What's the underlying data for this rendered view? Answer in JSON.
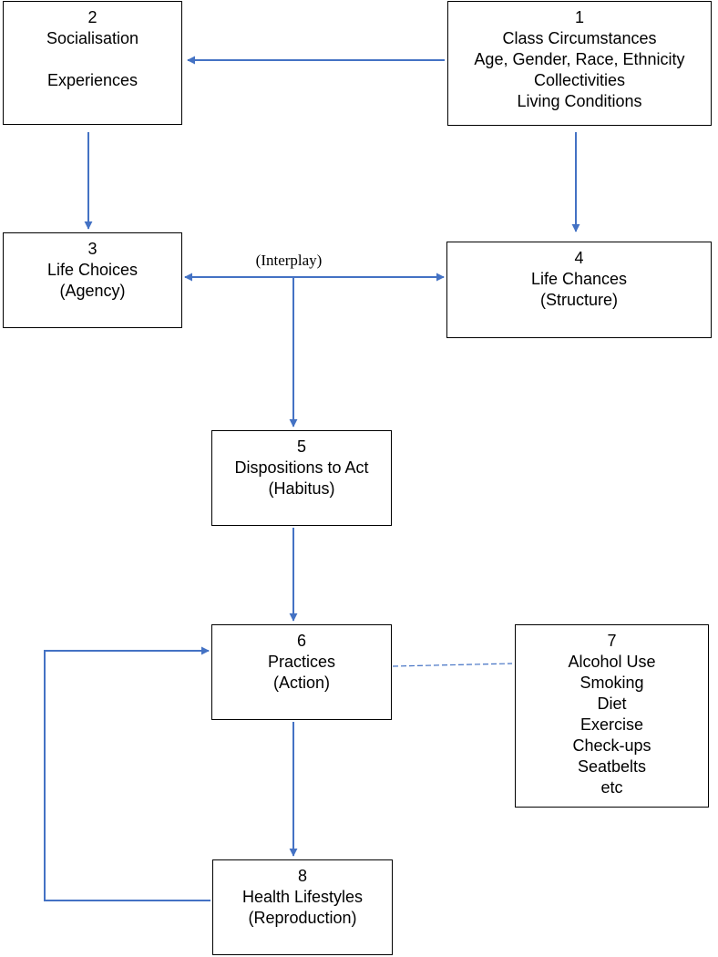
{
  "colors": {
    "arrow": "#4472C4",
    "box_border": "#000000",
    "text": "#000000",
    "background": "#ffffff"
  },
  "boxes": {
    "b1": {
      "number": "1",
      "lines": [
        "Class Circumstances",
        "Age, Gender, Race, Ethnicity",
        "Collectivities",
        "Living Conditions"
      ]
    },
    "b2": {
      "number": "2",
      "lines": [
        "Socialisation",
        "Experiences"
      ]
    },
    "b3": {
      "number": "3",
      "lines": [
        "Life Choices",
        "(Agency)"
      ]
    },
    "b4": {
      "number": "4",
      "lines": [
        "Life Chances",
        "(Structure)"
      ]
    },
    "b5": {
      "number": "5",
      "lines": [
        "Dispositions to Act",
        "(Habitus)"
      ]
    },
    "b6": {
      "number": "6",
      "lines": [
        "Practices",
        "(Action)"
      ]
    },
    "b7": {
      "number": "7",
      "lines": [
        "Alcohol Use",
        "Smoking",
        "Diet",
        "Exercise",
        "Check-ups",
        "Seatbelts",
        "etc"
      ]
    },
    "b8": {
      "number": "8",
      "lines": [
        "Health Lifestyles",
        "(Reproduction)"
      ]
    }
  },
  "interplay_label": "(Interplay)",
  "connections": [
    {
      "from": "1",
      "to": "2",
      "style": "arrow"
    },
    {
      "from": "1",
      "to": "4",
      "style": "arrow"
    },
    {
      "from": "2",
      "to": "3",
      "style": "arrow"
    },
    {
      "from": "3",
      "to": "4",
      "style": "double-arrow"
    },
    {
      "from": "3-4 link",
      "to": "5",
      "style": "arrow"
    },
    {
      "from": "5",
      "to": "6",
      "style": "arrow"
    },
    {
      "from": "6",
      "to": "7",
      "style": "dashed"
    },
    {
      "from": "6",
      "to": "8",
      "style": "arrow"
    },
    {
      "from": "8",
      "to": "6",
      "style": "feedback-arrow"
    }
  ]
}
